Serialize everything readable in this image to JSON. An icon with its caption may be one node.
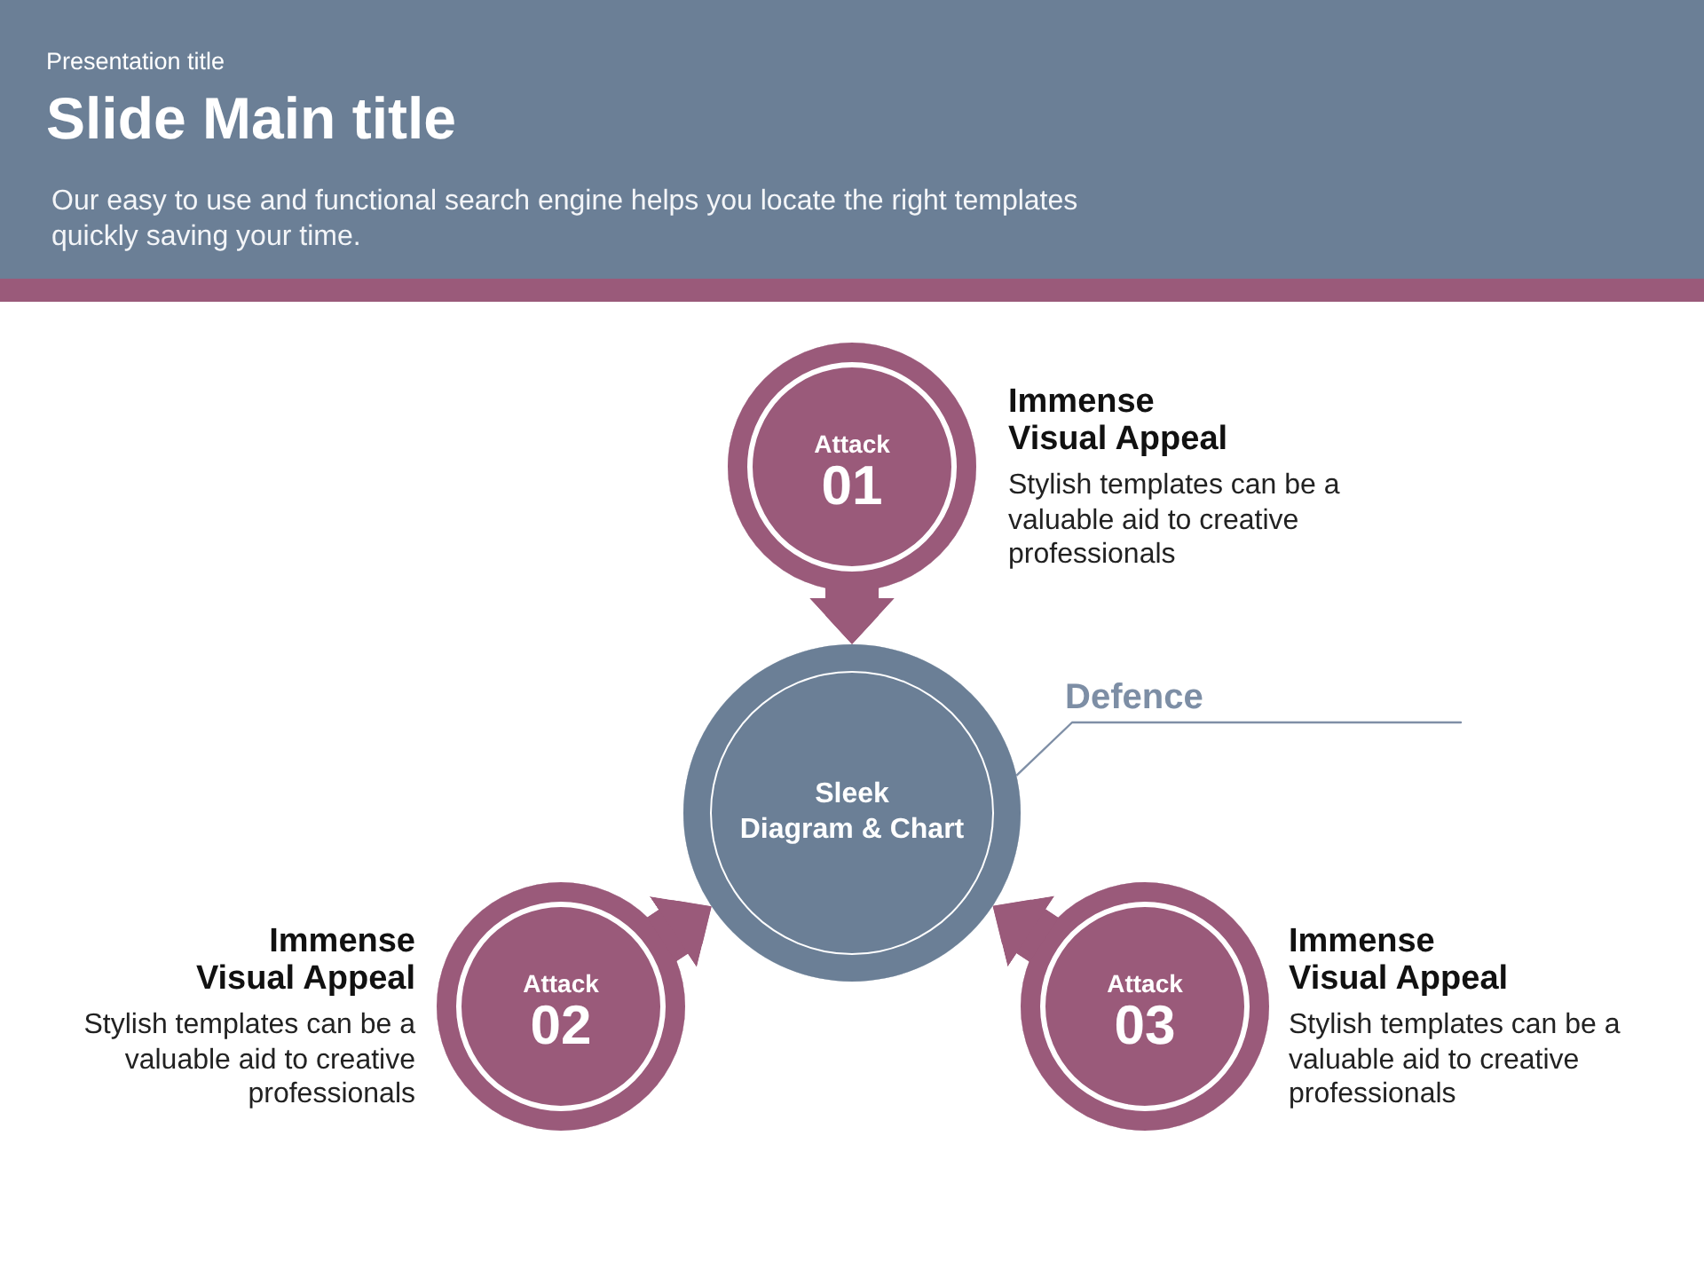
{
  "diagram": {
    "title": "Slide Main title",
    "nodes": [
      {
        "text": [
          "Attack",
          "01"
        ],
        "beside": [
          "Immense Visual Appeal",
          "Stylish templates can be a valuable aid to creative professionals"
        ]
      },
      {
        "text": [
          "Defence"
        ]
      },
      {
        "text": [
          "Sleek",
          "Diagram & Chart"
        ]
      },
      {
        "text": [
          "Attack",
          "02"
        ],
        "beside": [
          "Immense Visual Appeal",
          "Stylish templates can be a valuable aid to creative professionals"
        ]
      },
      {
        "text": [
          "Attack",
          "03"
        ],
        "beside": [
          "Immense Visual Appeal",
          "Stylish templates can be a valuable aid to creative professionals"
        ]
      }
    ],
    "edges": [
      {
        "from": 0,
        "to": 2,
        "arrow": "to"
      },
      {
        "from": 3,
        "to": 2,
        "arrow": "to"
      },
      {
        "from": 4,
        "to": 2,
        "arrow": "to"
      },
      {
        "from": 1,
        "to": 2,
        "arrow": "none",
        "color": "#7f8fa6"
      }
    ],
    "labels": [
      "Presentation title",
      "Our easy to use and functional search engine helps you locate the right templates quickly saving your time."
    ]
  }
}
